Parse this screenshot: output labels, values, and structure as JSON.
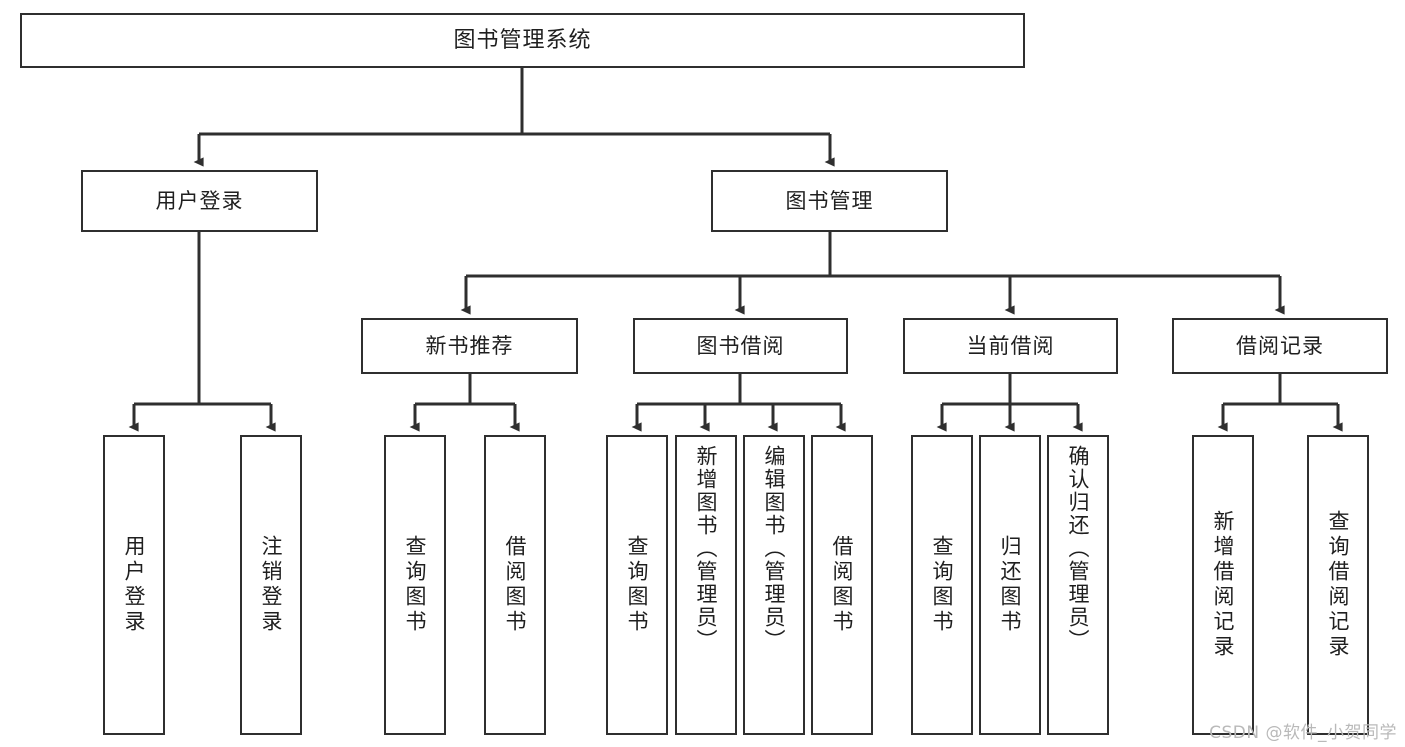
{
  "diagram": {
    "title": "图书管理系统",
    "type": "tree",
    "watermark": "CSDN @软件_小贺同学",
    "colors": {
      "background": "#ffffff",
      "box_border": "#2f2f2f",
      "box_fill": "#ffffff",
      "text": "#1f1f1f",
      "connector": "#2f2f2f",
      "watermark": "#b9b9b9"
    },
    "nodes": {
      "root": {
        "label": "图书管理系统"
      },
      "level2": [
        {
          "label": "用户登录"
        },
        {
          "label": "图书管理"
        }
      ],
      "level3": [
        {
          "label": "新书推荐"
        },
        {
          "label": "图书借阅"
        },
        {
          "label": "当前借阅"
        },
        {
          "label": "借阅记录"
        }
      ],
      "leaves": [
        {
          "label": "用户登录",
          "parent": "用户登录"
        },
        {
          "label": "注销登录",
          "parent": "用户登录"
        },
        {
          "label": "查询图书",
          "parent": "新书推荐"
        },
        {
          "label": "借阅图书",
          "parent": "新书推荐"
        },
        {
          "label": "查询图书",
          "parent": "图书借阅"
        },
        {
          "label": "新增图书（管理员）",
          "parent": "图书借阅"
        },
        {
          "label": "编辑图书（管理员）",
          "parent": "图书借阅"
        },
        {
          "label": "借阅图书",
          "parent": "图书借阅"
        },
        {
          "label": "查询图书",
          "parent": "当前借阅"
        },
        {
          "label": "归还图书",
          "parent": "当前借阅"
        },
        {
          "label": "确认归还（管理员）",
          "parent": "当前借阅"
        },
        {
          "label": "新增借阅记录",
          "parent": "借阅记录"
        },
        {
          "label": "查询借阅记录",
          "parent": "借阅记录"
        }
      ]
    }
  }
}
